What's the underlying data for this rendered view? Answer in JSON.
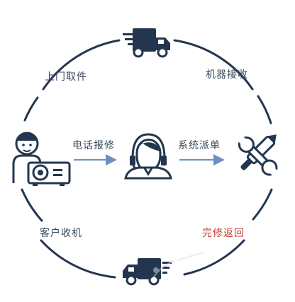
{
  "diagram": {
    "labels": {
      "pickup": "上门取件",
      "receive": "机器接收",
      "phone_repair": "电话报修",
      "dispatch": "系统派单",
      "customer_receive": "客户收机",
      "return_after_repair": "完修返回"
    },
    "colors": {
      "line": "#24364f",
      "arrow": "#6f8fc2",
      "text": "#37475a",
      "accent_text": "#c0413a"
    },
    "icons": {
      "top": "delivery-truck-icon",
      "left": "user-with-projector-icon",
      "center": "customer-service-agent-icon",
      "right": "repair-tools-icon",
      "bottom": "delivery-truck-icon"
    }
  }
}
